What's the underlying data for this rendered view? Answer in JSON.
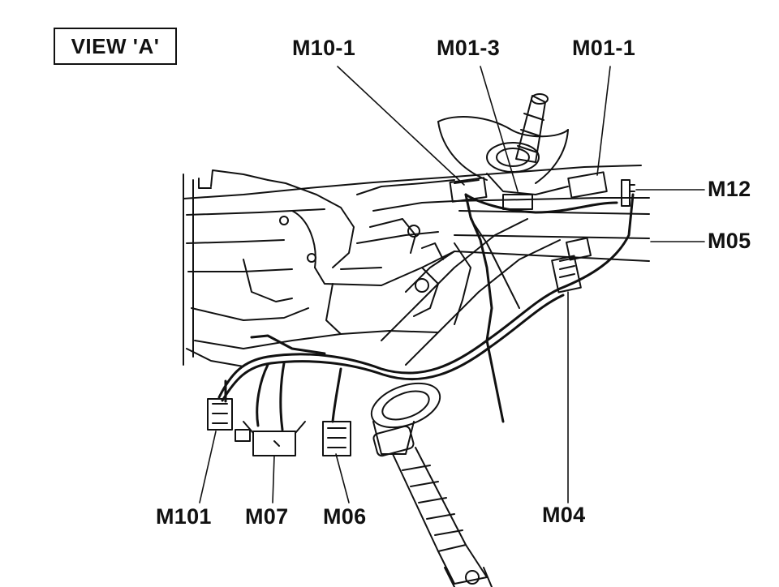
{
  "diagram": {
    "view_title": "VIEW 'A'",
    "labels": {
      "m10_1": "M10-1",
      "m01_3": "M01-3",
      "m01_1": "M01-1",
      "m12": "M12",
      "m05": "M05",
      "m04": "M04",
      "m06": "M06",
      "m07": "M07",
      "m101": "M101"
    }
  }
}
